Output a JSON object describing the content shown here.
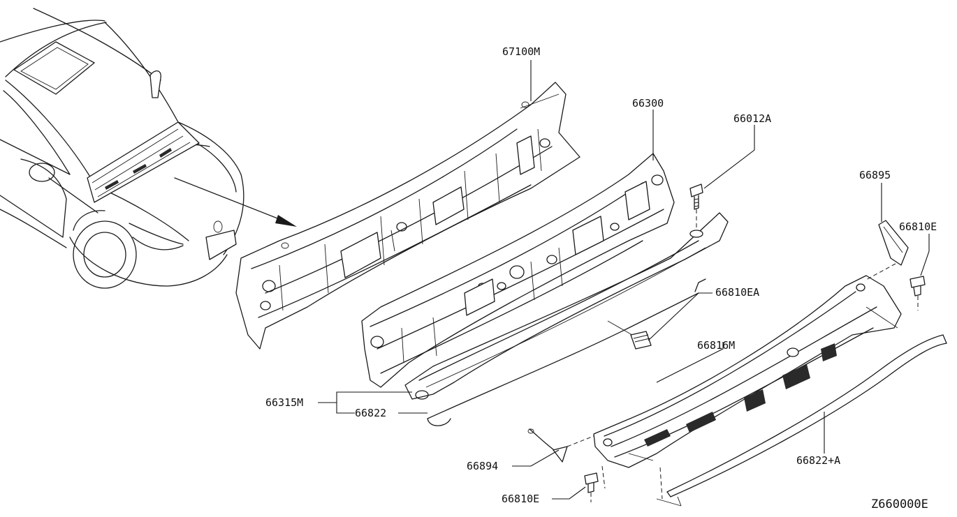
{
  "diagram": {
    "part_labels": [
      {
        "id": "cowl-top",
        "text": "67100M"
      },
      {
        "id": "cowl-panel",
        "text": "66300"
      },
      {
        "id": "bolt",
        "text": "66012A"
      },
      {
        "id": "seal-right",
        "text": "66895"
      },
      {
        "id": "clip-right",
        "text": "66810E"
      },
      {
        "id": "clip-center",
        "text": "66810EA"
      },
      {
        "id": "cowl-grille",
        "text": "66816M"
      },
      {
        "id": "cowl-assy",
        "text": "66315M"
      },
      {
        "id": "seal-front",
        "text": "66822"
      },
      {
        "id": "seal-left",
        "text": "66894"
      },
      {
        "id": "clip-left",
        "text": "66810E"
      },
      {
        "id": "seal-rear",
        "text": "66822+A"
      }
    ],
    "figure_code": "Z660000E"
  }
}
